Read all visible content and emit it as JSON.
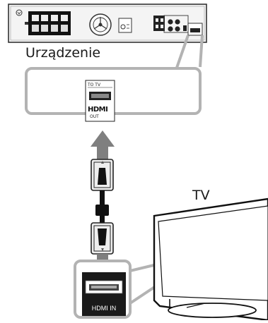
{
  "labels": {
    "device": "Urządzenie",
    "tv": "TV",
    "to_tv": "TO TV",
    "hdmi_logo": "HDMI",
    "hdmi_out": "OUT",
    "hdmi_in": "HDMI IN"
  },
  "colors": {
    "callout_border": "#b3b3b3",
    "arrow": "#7f7f7f",
    "cable_dark": "#222222",
    "device_panel": "#f2f2f2",
    "port_bezel": "#1a1a1a"
  },
  "icons": [
    "hdmi-port-icon",
    "fan-icon",
    "speaker-terminal-icon",
    "antenna-icon",
    "arrow-up-icon",
    "arrow-down-icon"
  ]
}
